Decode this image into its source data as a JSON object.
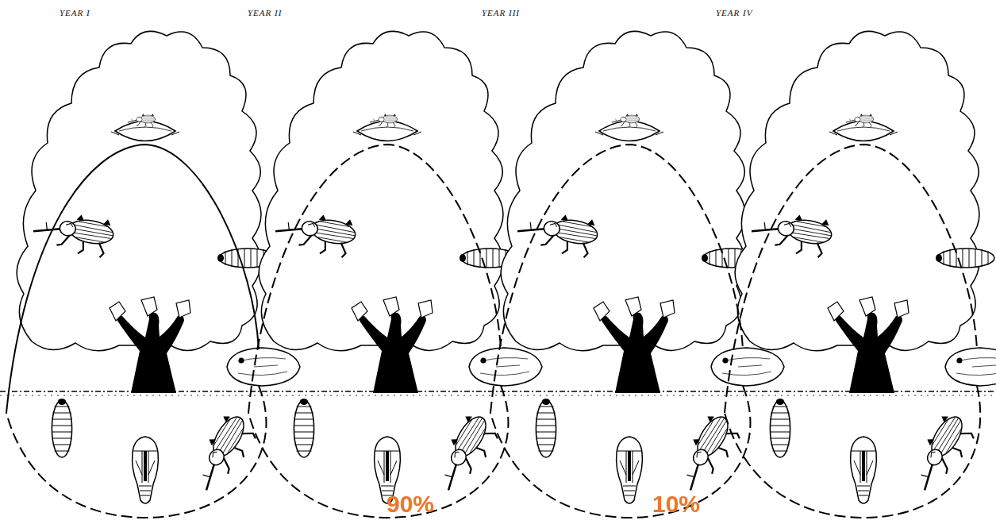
{
  "diagram": {
    "labels": [
      "YEAR I",
      "YEAR II",
      "YEAR III",
      "YEAR IV",
      "90%",
      "10%"
    ]
  }
}
